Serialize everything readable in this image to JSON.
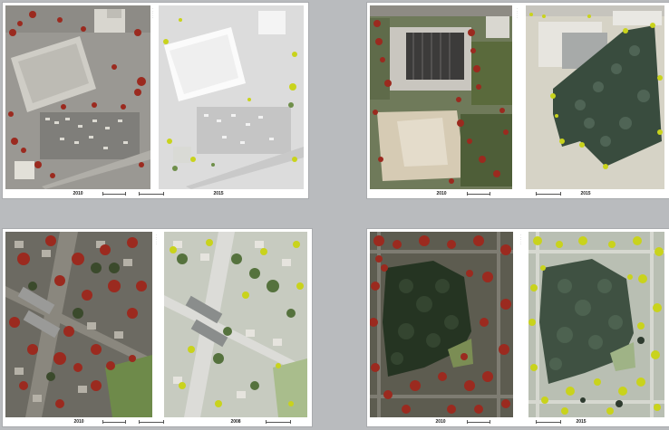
{
  "panels": [
    {
      "id": "commercial",
      "left_year": "2010",
      "right_year": "2015",
      "colors": {
        "base_left": "#9a9893",
        "base_right": "#dcdcdc",
        "canopy": "#9b2a1f",
        "gain": "#c9d31c"
      }
    },
    {
      "id": "industrial",
      "left_year": "2010",
      "right_year": "2015",
      "colors": {
        "base_left": "#6f7a5a",
        "base_right": "#d6d3c6",
        "canopy": "#9b2a1f",
        "gain": "#c9d31c"
      }
    },
    {
      "id": "residential",
      "left_year": "2010",
      "right_year": "2008",
      "colors": {
        "base_left": "#6c6a62",
        "base_right": "#c7cbc0",
        "canopy": "#9b2a1f",
        "gain": "#c9d31c"
      }
    },
    {
      "id": "woodlot",
      "left_year": "2010",
      "right_year": "2015",
      "colors": {
        "base_left": "#5d5c50",
        "base_right": "#b9bfb3",
        "canopy": "#9b2a1f",
        "gain": "#c9d31c"
      }
    }
  ]
}
